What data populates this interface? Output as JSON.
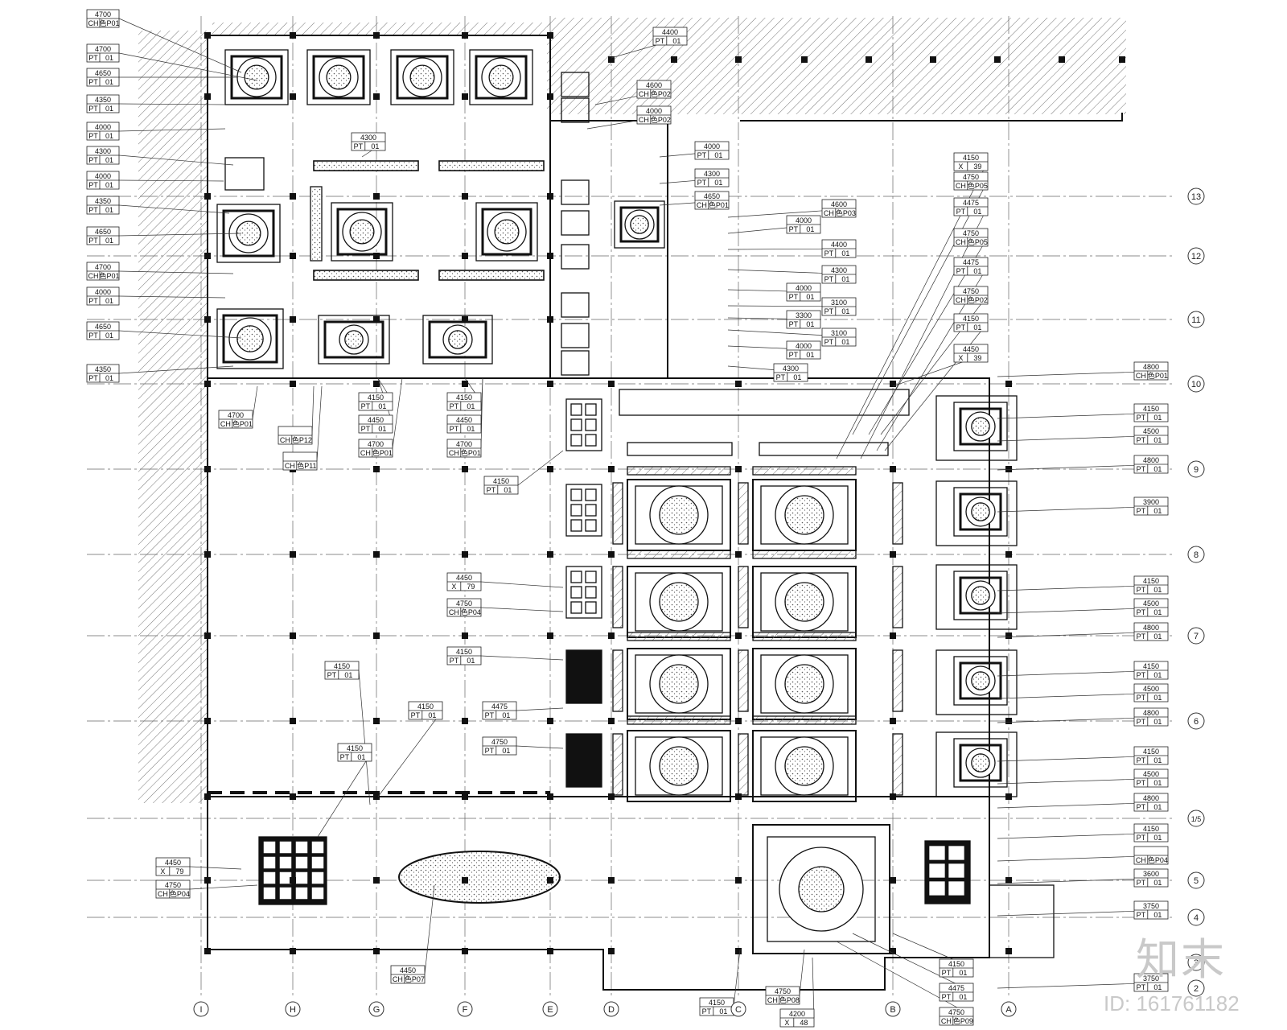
{
  "tags_left": [
    {
      "h": "4700",
      "c": "CH",
      "code": "色P01"
    },
    {
      "h": "4700",
      "c": "PT",
      "code": "01"
    },
    {
      "h": "4650",
      "c": "PT",
      "code": "01"
    },
    {
      "h": "4350",
      "c": "PT",
      "code": "01"
    },
    {
      "h": "4000",
      "c": "PT",
      "code": "01"
    },
    {
      "h": "4300",
      "c": "PT",
      "code": "01"
    },
    {
      "h": "4000",
      "c": "PT",
      "code": "01"
    },
    {
      "h": "4350",
      "c": "PT",
      "code": "01"
    },
    {
      "h": "4650",
      "c": "PT",
      "code": "01"
    },
    {
      "h": "4700",
      "c": "CH",
      "code": "色P01"
    },
    {
      "h": "4000",
      "c": "PT",
      "code": "01"
    },
    {
      "h": "4650",
      "c": "PT",
      "code": "01"
    },
    {
      "h": "4350",
      "c": "PT",
      "code": "01"
    }
  ],
  "tags_upper_mid": [
    {
      "h": "4300",
      "c": "PT",
      "code": "01"
    },
    {
      "h": "4400",
      "c": "PT",
      "code": "01"
    },
    {
      "h": "4600",
      "c": "CH",
      "code": "色P02"
    },
    {
      "h": "4000",
      "c": "CH",
      "code": "色P02"
    },
    {
      "h": "4000",
      "c": "PT",
      "code": "01"
    },
    {
      "h": "4300",
      "c": "PT",
      "code": "01"
    },
    {
      "h": "4650",
      "c": "CH",
      "code": "色P01"
    },
    {
      "h": "4600",
      "c": "CH",
      "code": "色P03"
    },
    {
      "h": "4000",
      "c": "PT",
      "code": "01"
    },
    {
      "h": "4400",
      "c": "PT",
      "code": "01"
    },
    {
      "h": "4300",
      "c": "PT",
      "code": "01"
    },
    {
      "h": "4000",
      "c": "PT",
      "code": "01"
    },
    {
      "h": "3100",
      "c": "PT",
      "code": "01"
    },
    {
      "h": "3300",
      "c": "PT",
      "code": "01"
    },
    {
      "h": "3100",
      "c": "PT",
      "code": "01"
    },
    {
      "h": "4000",
      "c": "PT",
      "code": "01"
    },
    {
      "h": "4300",
      "c": "PT",
      "code": "01"
    }
  ],
  "tags_upper_right": [
    {
      "h": "4150",
      "c": "X",
      "code": "39"
    },
    {
      "h": "4750",
      "c": "CH",
      "code": "色P05"
    },
    {
      "h": "4475",
      "c": "PT",
      "code": "01"
    },
    {
      "h": "4750",
      "c": "CH",
      "code": "色P05"
    },
    {
      "h": "4475",
      "c": "PT",
      "code": "01"
    },
    {
      "h": "4750",
      "c": "CH",
      "code": "色P02"
    },
    {
      "h": "4150",
      "c": "PT",
      "code": "01"
    },
    {
      "h": "4450",
      "c": "X",
      "code": "39"
    }
  ],
  "tags_right": [
    {
      "h": "4800",
      "c": "CH",
      "code": "色P01"
    },
    {
      "h": "4150",
      "c": "PT",
      "code": "01"
    },
    {
      "h": "4500",
      "c": "PT",
      "code": "01"
    },
    {
      "h": "4800",
      "c": "PT",
      "code": "01"
    },
    {
      "h": "3900",
      "c": "PT",
      "code": "01"
    },
    {
      "h": "4150",
      "c": "PT",
      "code": "01"
    },
    {
      "h": "4500",
      "c": "PT",
      "code": "01"
    },
    {
      "h": "4800",
      "c": "PT",
      "code": "01"
    },
    {
      "h": "4150",
      "c": "PT",
      "code": "01"
    },
    {
      "h": "4500",
      "c": "PT",
      "code": "01"
    },
    {
      "h": "4800",
      "c": "PT",
      "code": "01"
    },
    {
      "h": "4150",
      "c": "PT",
      "code": "01"
    },
    {
      "h": "4500",
      "c": "PT",
      "code": "01"
    },
    {
      "h": "4800",
      "c": "PT",
      "code": "01"
    },
    {
      "h": "4150",
      "c": "PT",
      "code": "01"
    },
    {
      "h": "",
      "c": "CH",
      "code": "色P04"
    },
    {
      "h": "3600",
      "c": "PT",
      "code": "01"
    },
    {
      "h": "3750",
      "c": "PT",
      "code": "01"
    },
    {
      "h": "3750",
      "c": "PT",
      "code": "01"
    }
  ],
  "tags_center": [
    {
      "h": "4700",
      "c": "CH",
      "code": "色P01"
    },
    {
      "h": "",
      "c": "CH",
      "code": "色P12"
    },
    {
      "h": "",
      "c": "CH",
      "code": "色P11"
    },
    {
      "h": "4150",
      "c": "PT",
      "code": "01"
    },
    {
      "h": "4450",
      "c": "PT",
      "code": "01"
    },
    {
      "h": "4700",
      "c": "CH",
      "code": "色P01"
    },
    {
      "h": "4150",
      "c": "PT",
      "code": "01"
    },
    {
      "h": "4450",
      "c": "PT",
      "code": "01"
    },
    {
      "h": "4700",
      "c": "CH",
      "code": "色P01"
    },
    {
      "h": "4150",
      "c": "PT",
      "code": "01"
    },
    {
      "h": "4450",
      "c": "X",
      "code": "79"
    },
    {
      "h": "4750",
      "c": "CH",
      "code": "色P04"
    },
    {
      "h": "4150",
      "c": "PT",
      "code": "01"
    },
    {
      "h": "4150",
      "c": "PT",
      "code": "01"
    },
    {
      "h": "4150",
      "c": "PT",
      "code": "01"
    },
    {
      "h": "4475",
      "c": "PT",
      "code": "01"
    },
    {
      "h": "4750",
      "c": "PT",
      "code": "01"
    },
    {
      "h": "4150",
      "c": "PT",
      "code": "01"
    }
  ],
  "tags_bottom": [
    {
      "h": "4450",
      "c": "X",
      "code": "79"
    },
    {
      "h": "4750",
      "c": "CH",
      "code": "色P04"
    },
    {
      "h": "4450",
      "c": "CH",
      "code": "色P07"
    },
    {
      "h": "4150",
      "c": "PT",
      "code": "01"
    },
    {
      "h": "4750",
      "c": "CH",
      "code": "色P08"
    },
    {
      "h": "4200",
      "c": "X",
      "code": "48"
    },
    {
      "h": "4150",
      "c": "PT",
      "code": "01"
    },
    {
      "h": "4475",
      "c": "PT",
      "code": "01"
    },
    {
      "h": "4750",
      "c": "CH",
      "code": "色P09"
    }
  ],
  "axis_cols": [
    "I",
    "H",
    "G",
    "F",
    "E",
    "D",
    "C",
    "B",
    "A"
  ],
  "axis_rows": [
    "13",
    "12",
    "11",
    "10",
    "9",
    "8",
    "7",
    "6",
    "1/5",
    "5",
    "4",
    "3",
    "2"
  ],
  "watermark": {
    "cn": "知末",
    "id": "ID: 161761182"
  }
}
